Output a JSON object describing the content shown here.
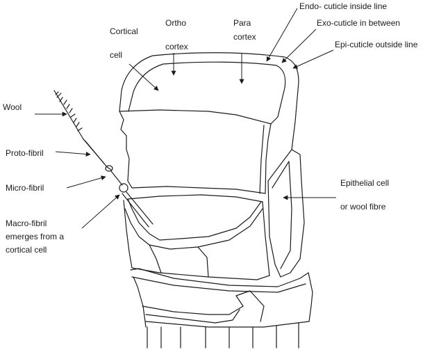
{
  "labels": {
    "endo": "Endo- cuticle inside line",
    "exo": "Exo-cuticle in between",
    "epi": "Epi-cuticle outside line",
    "cortical_l1": "Cortical",
    "cortical_l2": "cell",
    "ortho_l1": "Ortho",
    "ortho_l2": "cortex",
    "para_l1": "Para",
    "para_l2": "cortex",
    "wool": "Wool",
    "protofibril": "Proto-fibril",
    "microfibril": "Micro-fibril",
    "macro_l1": "Macro-fibril",
    "macro_l2": "emerges from a",
    "macro_l3": "cortical cell",
    "epithelial_l1": "Epithelial cell",
    "epithelial_l2": "or wool fibre"
  }
}
